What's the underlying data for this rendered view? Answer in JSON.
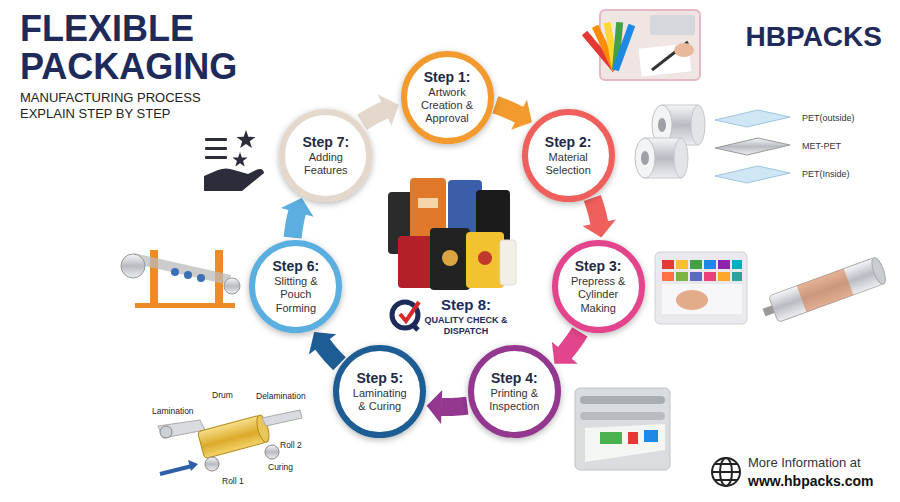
{
  "diagram": {
    "title": "FLEXIBLE PACKAGING",
    "nodes": [
      {
        "text": [
          "Step 1:",
          "Artwork Creation & Approval"
        ]
      },
      {
        "text": [
          "Step 2:",
          "Material Selection"
        ]
      },
      {
        "text": [
          "Step 3:",
          "Prepress & Cylinder Making"
        ]
      },
      {
        "text": [
          "Step 4:",
          "Printing & Inspection"
        ]
      },
      {
        "text": [
          "Step 5:",
          "Laminating & Curing"
        ]
      },
      {
        "text": [
          "Step 6:",
          "Slitting & Pouch Forming"
        ]
      },
      {
        "text": [
          "Step 7:",
          "Adding Features"
        ]
      }
    ],
    "edges": [
      {
        "from": 0,
        "to": 1,
        "arrow": "to"
      },
      {
        "from": 1,
        "to": 2,
        "arrow": "to"
      },
      {
        "from": 2,
        "to": 3,
        "arrow": "to"
      },
      {
        "from": 3,
        "to": 4,
        "arrow": "to"
      },
      {
        "from": 4,
        "to": 5,
        "arrow": "to"
      },
      {
        "from": 5,
        "to": 6,
        "arrow": "to"
      },
      {
        "from": 6,
        "to": 0,
        "arrow": "to"
      }
    ],
    "labels": [
      "MANUFACTURING PROCESS EXPLAIN STEP BY STEP",
      "HBPACKS",
      "PET(outside)",
      "MET-PET",
      "PET(Inside)",
      "Step 8:",
      "QUALITY CHECK & DISPATCH",
      "Lamination",
      "Drum",
      "Delamination",
      "Roll 2",
      "Curing",
      "Roll 1",
      "More Information at",
      "www.hbpacks.com"
    ]
  }
}
